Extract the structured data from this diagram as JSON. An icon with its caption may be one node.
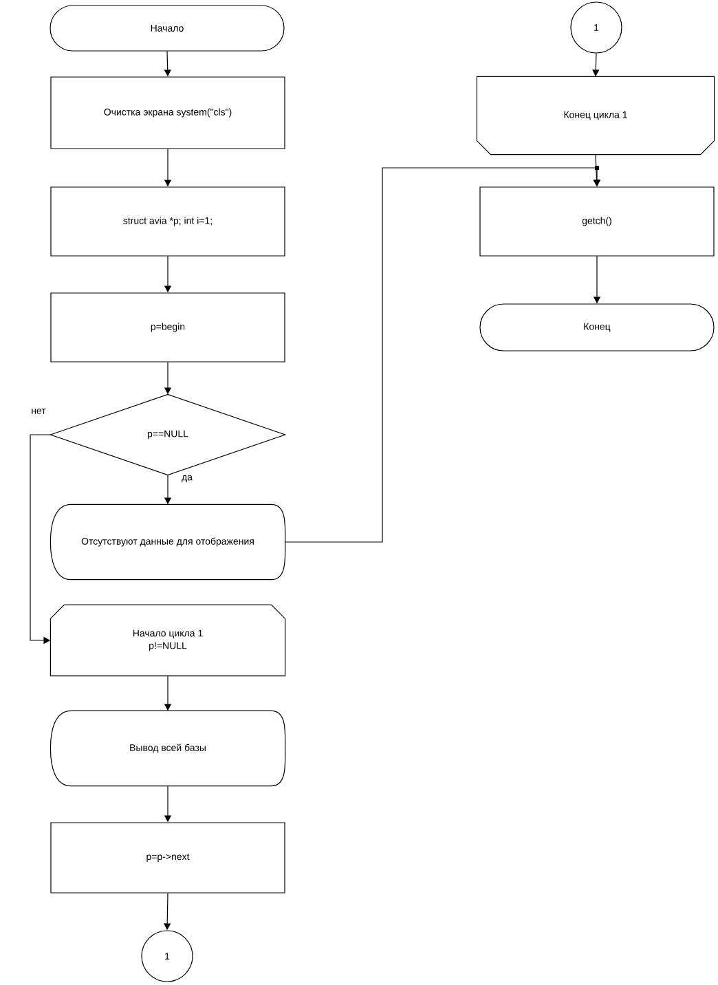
{
  "diagram": {
    "nodes": [
      {
        "text": [
          "Начало"
        ]
      },
      {
        "text": [
          "Очистка экрана system(\"cls\")"
        ]
      },
      {
        "text": [
          "struct avia *p; int i=1;"
        ]
      },
      {
        "text": [
          "p=begin"
        ]
      },
      {
        "text": [
          "p==NULL"
        ]
      },
      {
        "text": [
          "Отсутствуют данные для отображения"
        ]
      },
      {
        "text": [
          "Начало цикла 1",
          "p!=NULL"
        ]
      },
      {
        "text": [
          "Вывод всей базы"
        ]
      },
      {
        "text": [
          "p=p->next"
        ]
      },
      {
        "text": [
          "1"
        ]
      },
      {
        "text": [
          "1"
        ]
      },
      {
        "text": [
          "Конец цикла 1"
        ]
      },
      {
        "text": [
          "getch()"
        ]
      },
      {
        "text": [
          "Конец"
        ]
      }
    ],
    "edges": [
      {
        "from": 0,
        "to": 1,
        "arrow": "to"
      },
      {
        "from": 1,
        "to": 2,
        "arrow": "to"
      },
      {
        "from": 2,
        "to": 3,
        "arrow": "to"
      },
      {
        "from": 3,
        "to": 4,
        "arrow": "to"
      },
      {
        "from": 4,
        "to": 5,
        "arrow": "to",
        "label": "да"
      },
      {
        "from": 4,
        "to": 6,
        "arrow": "to",
        "label": "нет"
      },
      {
        "from": 5,
        "to": 12,
        "arrow": "to"
      },
      {
        "from": 6,
        "to": 7,
        "arrow": "to"
      },
      {
        "from": 7,
        "to": 8,
        "arrow": "to"
      },
      {
        "from": 8,
        "to": 9,
        "arrow": "to"
      },
      {
        "from": 10,
        "to": 11,
        "arrow": "to"
      },
      {
        "from": 11,
        "to": 12,
        "arrow": "to"
      },
      {
        "from": 12,
        "to": 13,
        "arrow": "to"
      }
    ]
  }
}
